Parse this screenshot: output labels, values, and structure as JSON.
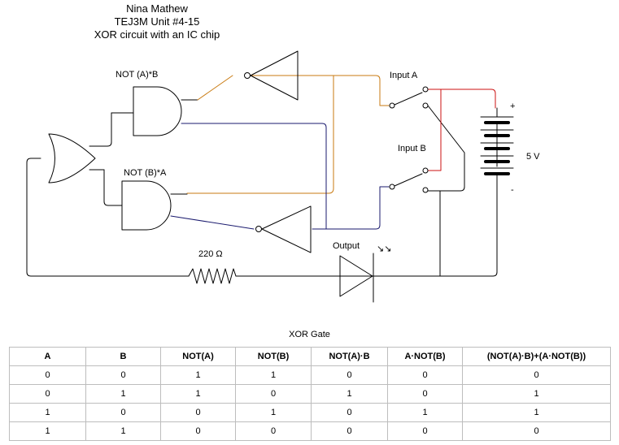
{
  "header": {
    "author": "Nina Mathew",
    "course": "TEJ3M Unit #4-15",
    "subtitle": "XOR circuit with an IC chip"
  },
  "diagram": {
    "gate_label_top": "NOT (A)*B",
    "gate_label_bottom": "NOT (B)*A",
    "input_a_label": "Input A",
    "input_b_label": "Input B",
    "battery_plus": "+",
    "battery_minus": "-",
    "battery_voltage": "5 V",
    "resistor_value": "220  Ω",
    "output_label": "Output",
    "led_symbol": "↗↗",
    "wire_colors": {
      "black": "#000000",
      "orange": "#c97a10",
      "navy": "#1a1a6e",
      "red": "#cc1111"
    }
  },
  "table": {
    "title": "XOR Gate",
    "headers": [
      "A",
      "B",
      "NOT(A)",
      "NOT(B)",
      "NOT(A)·B",
      "A·NOT(B)",
      "(NOT(A)·B)+(A·NOT(B))"
    ],
    "rows": [
      [
        "0",
        "0",
        "1",
        "1",
        "0",
        "0",
        "0"
      ],
      [
        "0",
        "1",
        "1",
        "0",
        "1",
        "0",
        "1"
      ],
      [
        "1",
        "0",
        "0",
        "1",
        "0",
        "1",
        "1"
      ],
      [
        "1",
        "1",
        "0",
        "0",
        "0",
        "0",
        "0"
      ]
    ]
  }
}
